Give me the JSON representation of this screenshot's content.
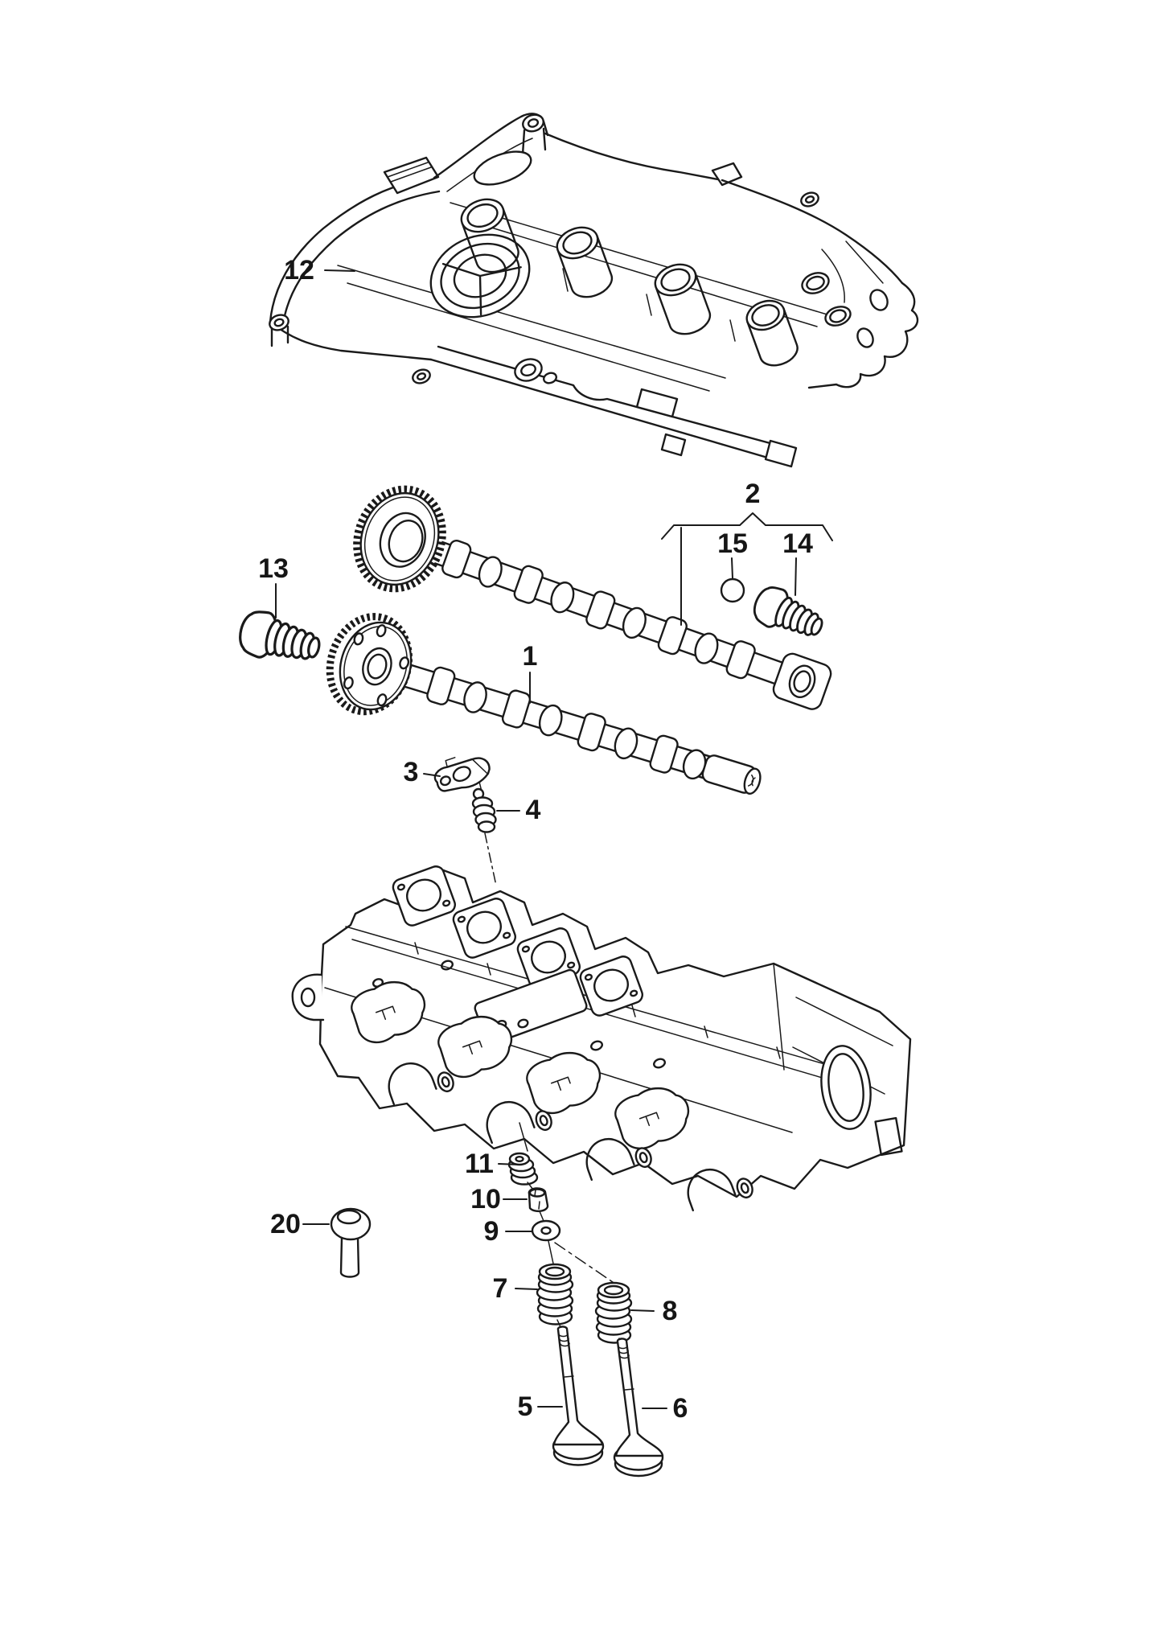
{
  "figure": {
    "background_color": "#ffffff",
    "line_color": "#1a1a1a",
    "type": "exploded-parts-diagram"
  },
  "diagram": {
    "callouts": {
      "1": {
        "label": "1"
      },
      "2": {
        "label": "2"
      },
      "3": {
        "label": "3"
      },
      "4": {
        "label": "4"
      },
      "5": {
        "label": "5"
      },
      "6": {
        "label": "6"
      },
      "7": {
        "label": "7"
      },
      "8": {
        "label": "8"
      },
      "9": {
        "label": "9"
      },
      "10": {
        "label": "10"
      },
      "11": {
        "label": "11"
      },
      "12": {
        "label": "12"
      },
      "13": {
        "label": "13"
      },
      "14": {
        "label": "14"
      },
      "15": {
        "label": "15"
      },
      "20": {
        "label": "20"
      }
    }
  }
}
